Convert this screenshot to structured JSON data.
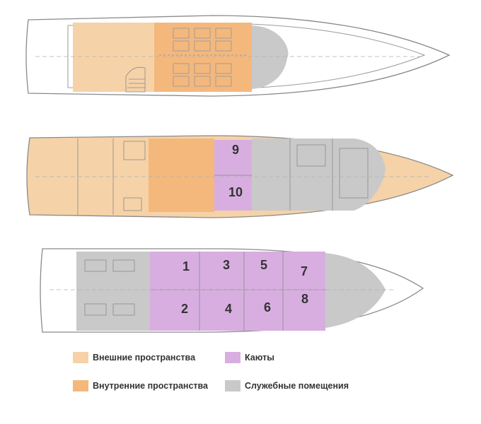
{
  "colors": {
    "exterior": "#f6d2a8",
    "interior": "#f4b87c",
    "cabin": "#d8aee0",
    "service": "#c9c9c9",
    "line": "#8a8a8a",
    "furniture": "#9b9b9b",
    "number": "#333333"
  },
  "cabins": [
    {
      "number": "9"
    },
    {
      "number": "10"
    },
    {
      "number": "1"
    },
    {
      "number": "2"
    },
    {
      "number": "3"
    },
    {
      "number": "4"
    },
    {
      "number": "5"
    },
    {
      "number": "6"
    },
    {
      "number": "7"
    },
    {
      "number": "8"
    }
  ],
  "legend": {
    "exterior": "Внешние пространства",
    "interior": "Внутренние пространства",
    "cabins": "Каюты",
    "service": "Служебные помещения"
  }
}
